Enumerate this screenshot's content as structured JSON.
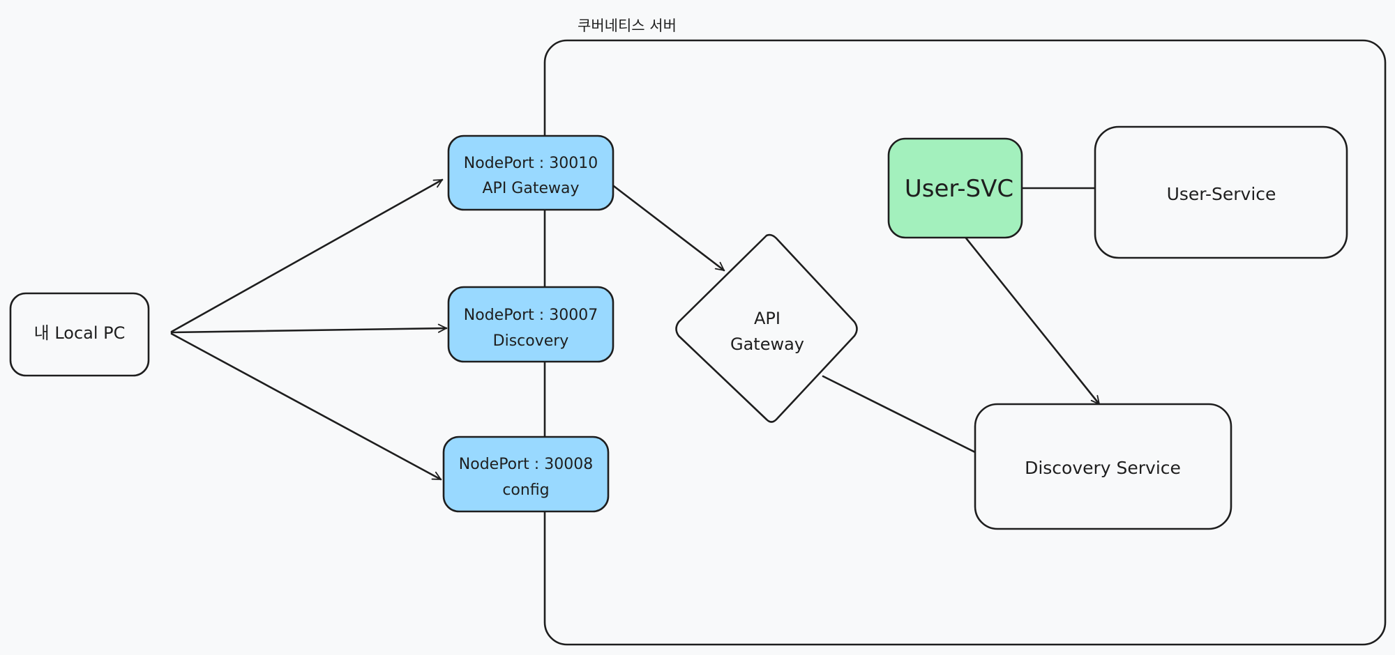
{
  "title": "쿠버네티스 서버",
  "colors": {
    "stroke": "#1e1e1e",
    "background": "#f8f9fa",
    "nodeport_fill": "#99d9ff",
    "svc_fill": "#a3f0bd",
    "plain_fill": "#f8f9fa"
  },
  "nodes": {
    "local_pc": {
      "label": "내 Local PC"
    },
    "nodeport_gateway": {
      "line1": "NodePort : 30010",
      "line2": "API Gateway"
    },
    "nodeport_discovery": {
      "line1": "NodePort : 30007",
      "line2": "Discovery"
    },
    "nodeport_config": {
      "line1": "NodePort : 30008",
      "line2": "config"
    },
    "api_gateway": {
      "line1": "API",
      "line2": "Gateway"
    },
    "user_svc": {
      "label": "User-SVC"
    },
    "user_service": {
      "label": "User-Service"
    },
    "discovery_service": {
      "label": "Discovery Service"
    }
  }
}
